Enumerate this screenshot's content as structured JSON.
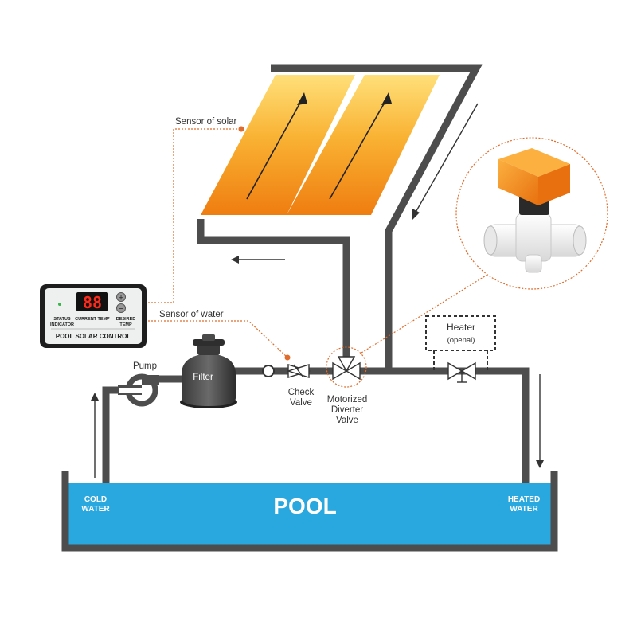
{
  "labels": {
    "sensor_solar": "Sensor of solar",
    "sensor_water": "Sensor of water",
    "pump": "Pump",
    "filter": "Filter",
    "check_valve_line1": "Check",
    "check_valve_line2": "Valve",
    "diverter_line1": "Motorized",
    "diverter_line2": "Diverter",
    "diverter_line3": "Valve",
    "heater": "Heater",
    "heater_note": "(openal)",
    "cold_line1": "COLD",
    "cold_line2": "WATER",
    "heated_line1": "HEATED",
    "heated_line2": "WATER",
    "pool": "POOL"
  },
  "controller": {
    "display": "88",
    "status_line1": "STATUS",
    "status_line2": "INDICATOR",
    "current_temp": "CURRENT TEMP",
    "desired_line1": "DESIRED",
    "desired_line2": "TEMP",
    "title": "POOL SOLAR CONTROL",
    "plus_glyph": "+",
    "minus_glyph": "−"
  },
  "colors": {
    "pool_water": "#29a8e0",
    "pipe": "#4d4d4d",
    "solar_orange": "#f39c12",
    "leader_line": "#e06b2a",
    "actuator_orange": "#f7931e",
    "display_red": "#ff2a1a"
  },
  "icons": {
    "controller": "pool-solar-controller-icon",
    "pump": "pump-icon",
    "filter": "sand-filter-icon",
    "check_valve": "check-valve-icon",
    "diverter_valve": "motorized-diverter-valve-icon",
    "heater_valve": "gate-valve-icon",
    "motorized_valve_photo": "motorized-ball-valve-icon",
    "flow_arrow": "flow-arrow-icon"
  }
}
